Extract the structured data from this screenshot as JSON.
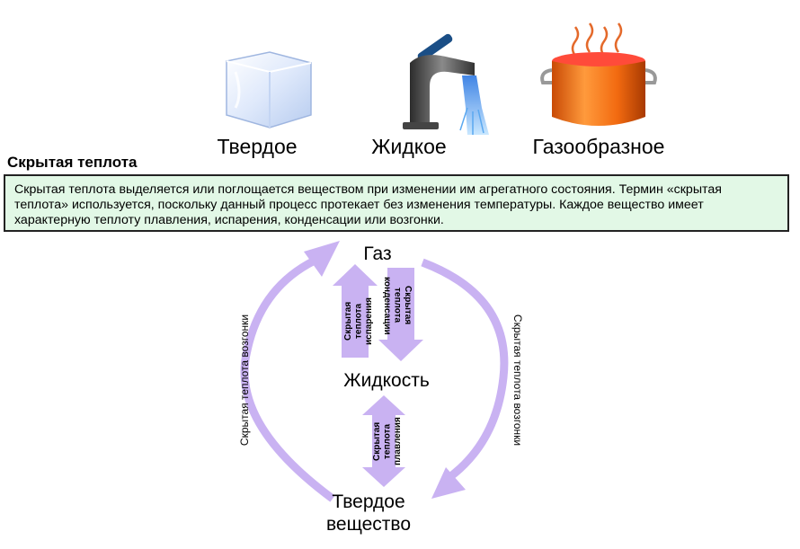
{
  "states": {
    "solid": "Твердое",
    "liquid": "Жидкое",
    "gas": "Газообразное"
  },
  "section_title": "Скрытая теплота",
  "description": "Скрытая теплота выделяется или поглощается веществом при изменении им агрегатного состояния. Термин «скрытая теплота» используется, поскольку данный процесс протекает без изменения температуры. Каждое вещество имеет характерную теплоту плавления, испарения, конденсации или возгонки.",
  "diagram": {
    "gas": "Газ",
    "liquid": "Жидкость",
    "solid_line1": "Твердое",
    "solid_line2": "вещество",
    "evaporation": "Скрытая теплота испарения",
    "condensation": "Скрытая теплота конденсации",
    "melting": "Скрытая теплота плавления",
    "sublimation_left": "Скрытая теплота возгонки",
    "sublimation_right": "Скрытая теплота возгонки"
  },
  "colors": {
    "arrow": "#c9b2f2",
    "box_bg": "#e2f8e6"
  }
}
